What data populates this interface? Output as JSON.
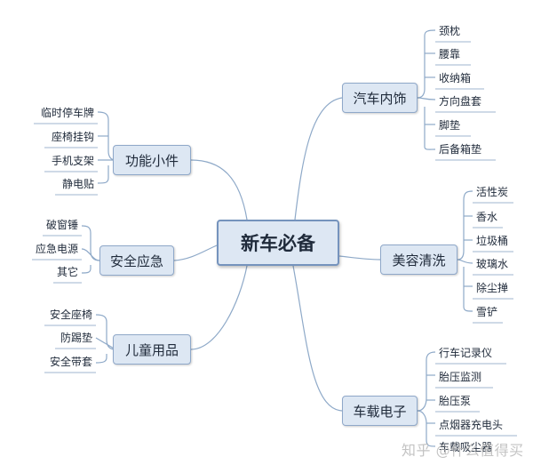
{
  "center": "新车必备",
  "branches": {
    "interior": {
      "label": "汽车内饰",
      "items": [
        "颈枕",
        "腰靠",
        "收纳箱",
        "方向盘套",
        "脚垫",
        "后备箱垫"
      ]
    },
    "beauty": {
      "label": "美容清洗",
      "items": [
        "活性炭",
        "香水",
        "垃圾桶",
        "玻璃水",
        "除尘掸",
        "雪铲"
      ]
    },
    "electronics": {
      "label": "车载电子",
      "items": [
        "行车记录仪",
        "胎压监测",
        "胎压泵",
        "点烟器充电头",
        "车载吸尘器"
      ]
    },
    "small_parts": {
      "label": "功能小件",
      "items": [
        "临时停车牌",
        "座椅挂钩",
        "手机支架",
        "静电贴"
      ]
    },
    "emergency": {
      "label": "安全应急",
      "items": [
        "破窗锤",
        "应急电源",
        "其它"
      ]
    },
    "children": {
      "label": "儿童用品",
      "items": [
        "安全座椅",
        "防踢垫",
        "安全带套"
      ]
    }
  },
  "watermark": "知乎 @什么值得买"
}
